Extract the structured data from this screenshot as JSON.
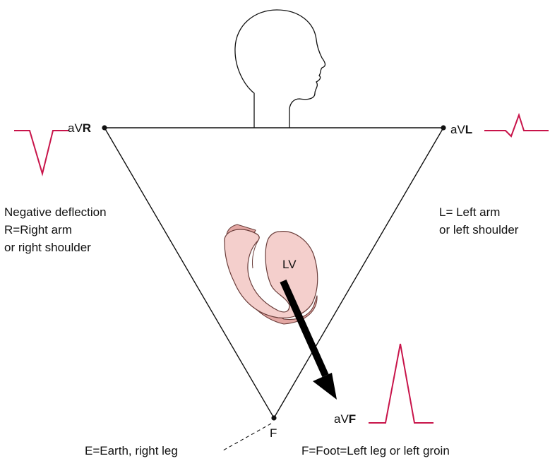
{
  "leads": {
    "avr": {
      "prefix": "aV",
      "suffix": "R"
    },
    "avl": {
      "prefix": "aV",
      "suffix": "L"
    },
    "avf": {
      "prefix": "aV",
      "suffix": "F"
    }
  },
  "notes": {
    "right": [
      "Negative deflection",
      "R=Right arm",
      "or right shoulder"
    ],
    "left": [
      "L= Left arm",
      "or left shoulder"
    ],
    "earth": "E=Earth, right leg",
    "foot": "F=Foot=Left leg or left groin"
  },
  "labels": {
    "f_point": "F",
    "heart": "LV"
  },
  "colors": {
    "waveform": "#c8144a",
    "heart_fill": "#f4cfcc",
    "heart_shadow": "#e3a7a3",
    "line": "#111111"
  }
}
